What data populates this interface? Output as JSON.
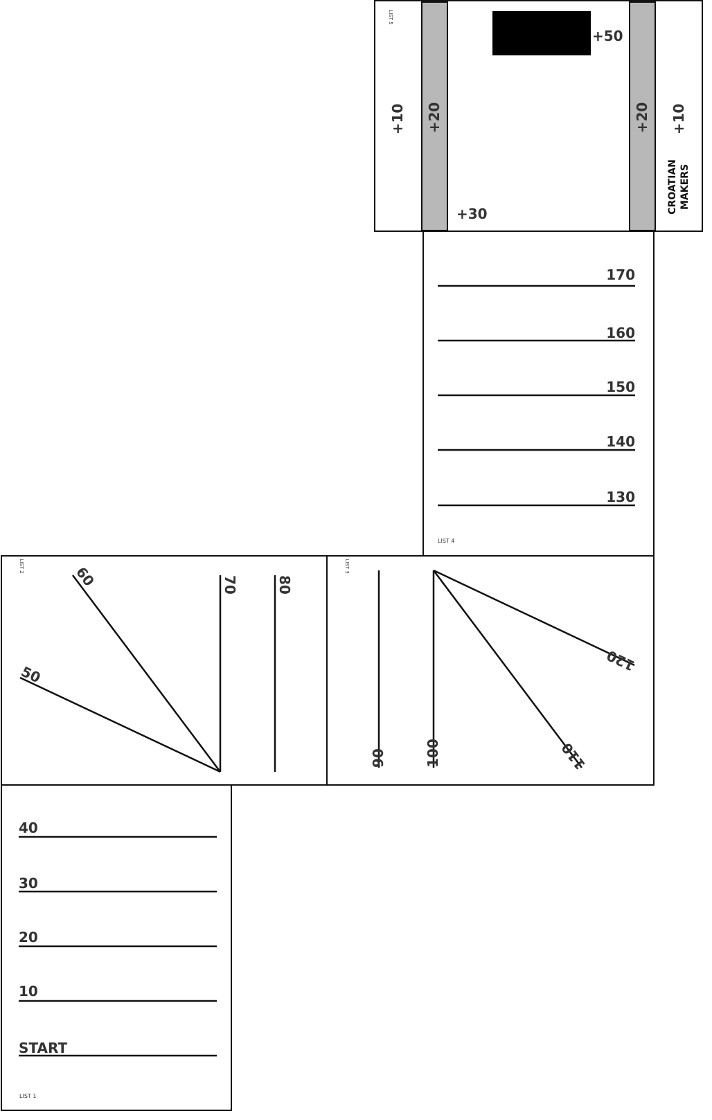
{
  "colors": {
    "background": "#ffffff",
    "line": "#111111",
    "label": "#333333",
    "bumper_strip": "#b8b8b8",
    "target_block": "#000000"
  },
  "sheets": {
    "list1": {
      "name": "LIST 1",
      "marks": [
        "START",
        "10",
        "20",
        "30",
        "40"
      ]
    },
    "list2": {
      "name": "LIST 2",
      "marks": [
        "50",
        "60",
        "70",
        "80"
      ]
    },
    "list3": {
      "name": "LIST 3",
      "marks": [
        "90",
        "100",
        "110",
        "120"
      ]
    },
    "list4": {
      "name": "LIST 4",
      "marks": [
        "130",
        "140",
        "150",
        "160",
        "170"
      ]
    },
    "list5": {
      "name": "LIST 5",
      "left_outer_bonus": "+10",
      "left_strip_bonus": "+20",
      "bottom_bonus": "+30",
      "target_bonus": "+50",
      "right_strip_bonus": "+20",
      "right_outer_bonus": "+10",
      "brand_line1": "CROATIAN",
      "brand_line2": "MAKERS"
    }
  }
}
